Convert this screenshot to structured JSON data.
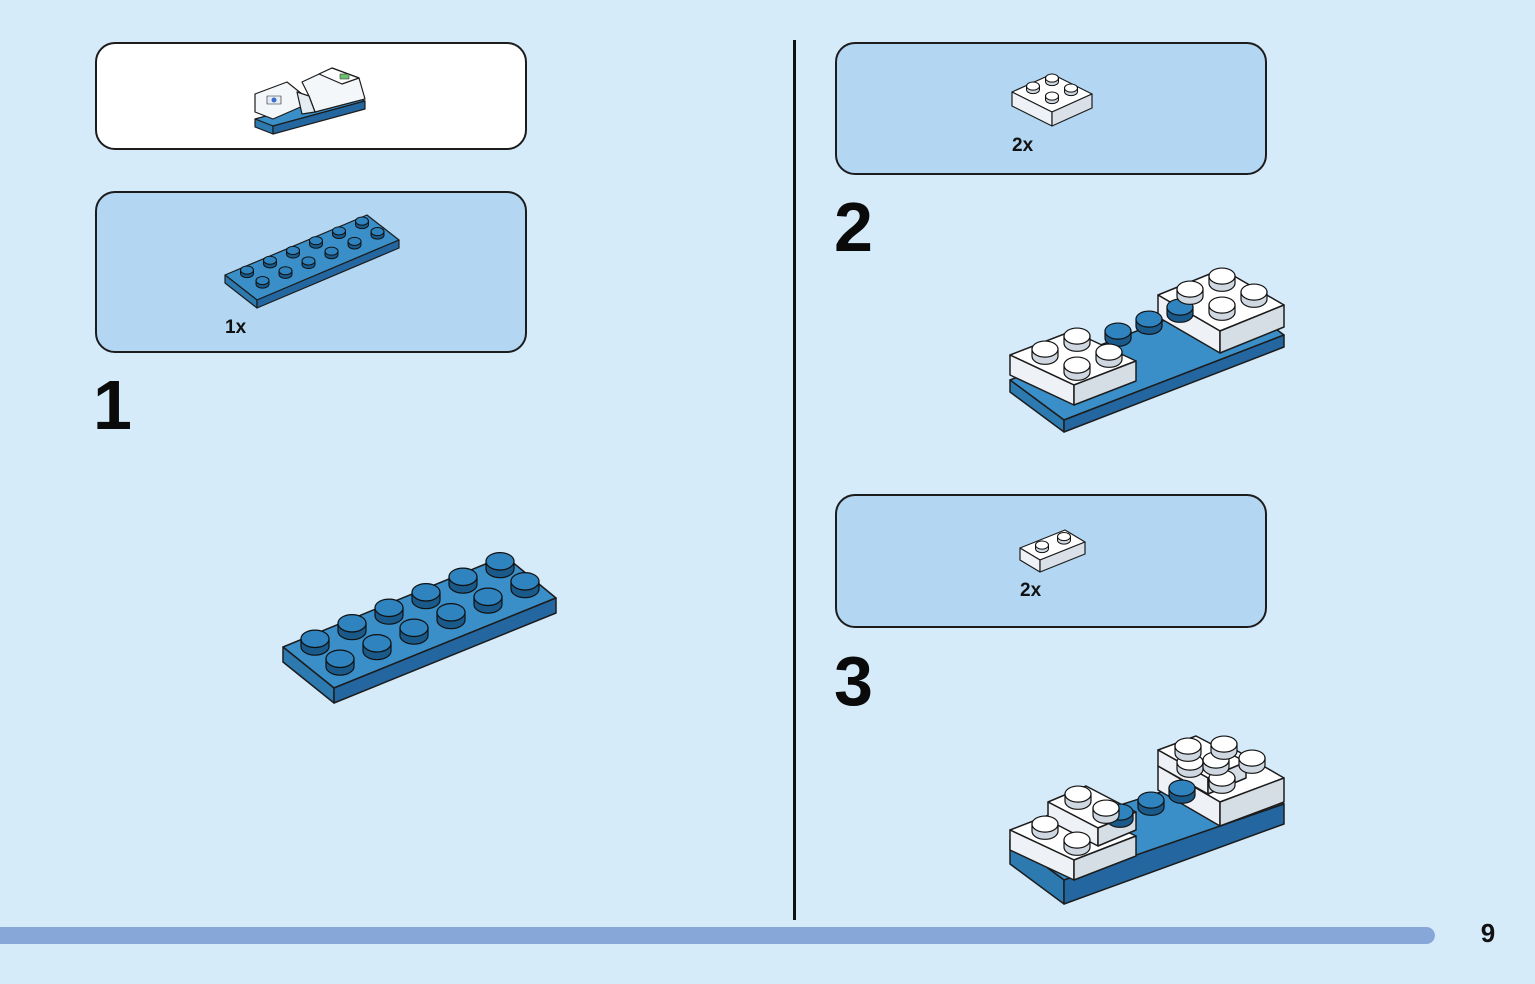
{
  "page": {
    "number": "9",
    "progress_percent": 100
  },
  "left_column": {
    "finished_preview": {
      "icon": "finished-model-icon"
    },
    "step1_parts": {
      "quantity": "1x",
      "icon": "blue-plate-2x6-icon",
      "color": "#3a8fc8"
    },
    "step1": {
      "number": "1"
    }
  },
  "right_column": {
    "step2_parts": {
      "quantity": "2x",
      "icon": "white-plate-2x2-icon",
      "color": "#ffffff"
    },
    "step2": {
      "number": "2"
    },
    "step3_parts": {
      "quantity": "2x",
      "icon": "white-plate-1x2-icon",
      "color": "#ffffff"
    },
    "step3": {
      "number": "3"
    }
  },
  "colors": {
    "background": "#d5ebfa",
    "callout": "#b3d7f3",
    "brick_blue": "#3a8fc8",
    "brick_white": "#ffffff",
    "progress": "#86a7d8"
  }
}
